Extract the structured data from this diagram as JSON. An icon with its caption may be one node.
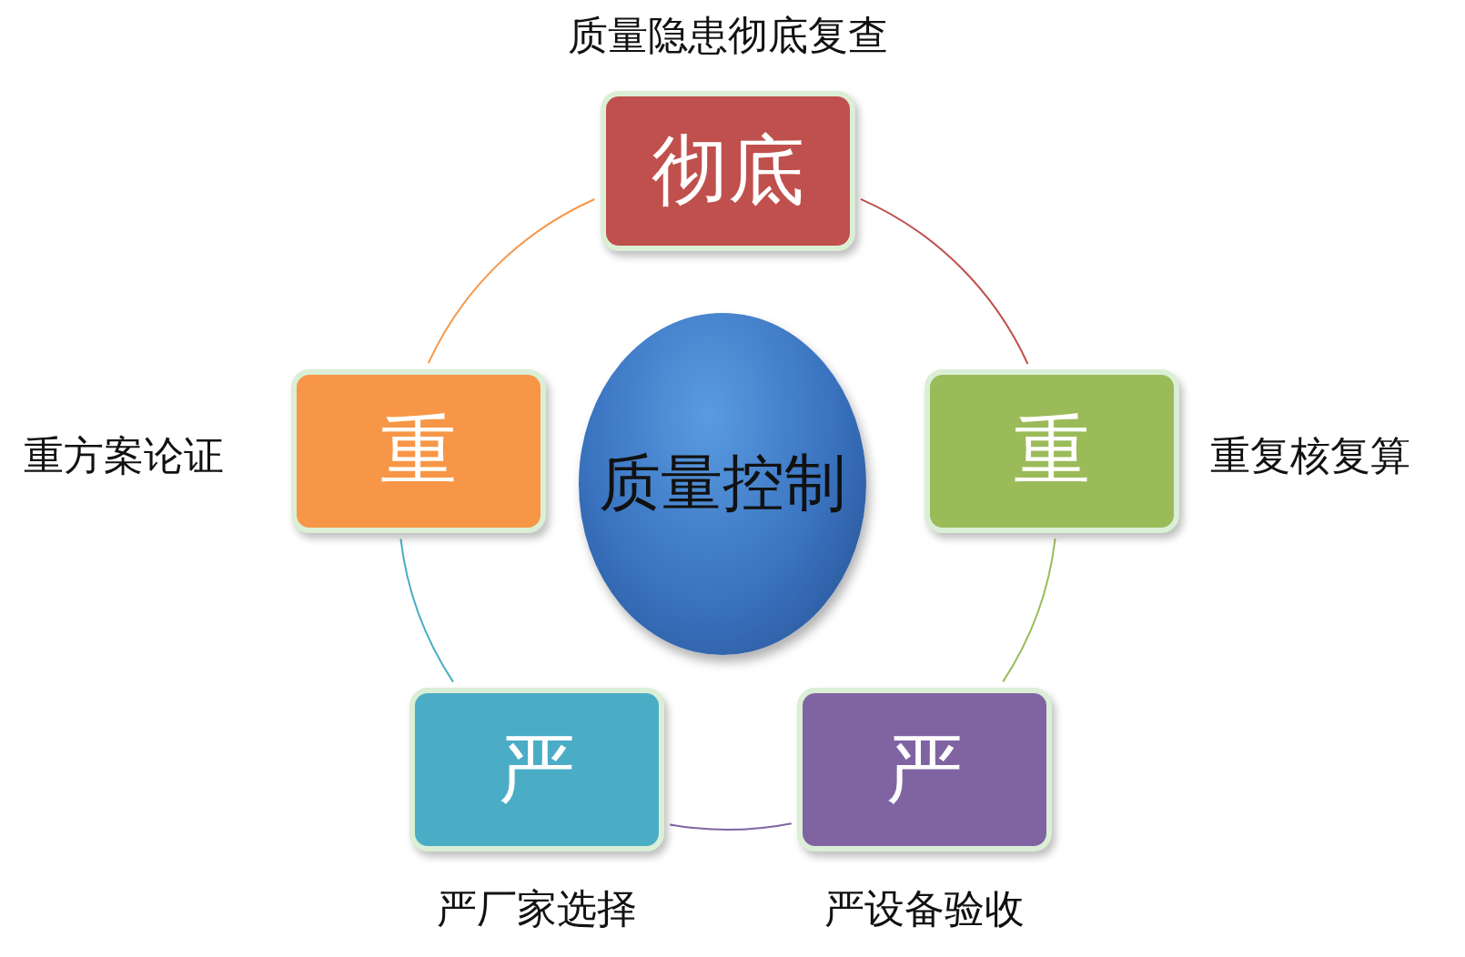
{
  "diagram": {
    "nodes": [
      {
        "text": [
          "彻底"
        ],
        "beside": [
          "质量隐患彻底复查"
        ]
      },
      {
        "text": [
          "重"
        ],
        "beside": [
          "重复核复算"
        ]
      },
      {
        "text": [
          "严"
        ],
        "beside": [
          "严设备验收"
        ]
      },
      {
        "text": [
          "严"
        ],
        "beside": [
          "严厂家选择"
        ]
      },
      {
        "text": [
          "重"
        ],
        "beside": [
          "重方案论证"
        ]
      },
      {
        "text": [
          "质量控制"
        ]
      }
    ],
    "edges": [
      {
        "from": 0,
        "to": 1,
        "arrow": "none",
        "color": "#c0504d"
      },
      {
        "from": 1,
        "to": 2,
        "arrow": "none",
        "color": "#9bbb59"
      },
      {
        "from": 2,
        "to": 3,
        "arrow": "none",
        "color": "#8064a2"
      },
      {
        "from": 3,
        "to": 4,
        "arrow": "none",
        "color": "#4bacc6"
      },
      {
        "from": 4,
        "to": 0,
        "arrow": "none",
        "color": "#f79646"
      }
    ]
  }
}
